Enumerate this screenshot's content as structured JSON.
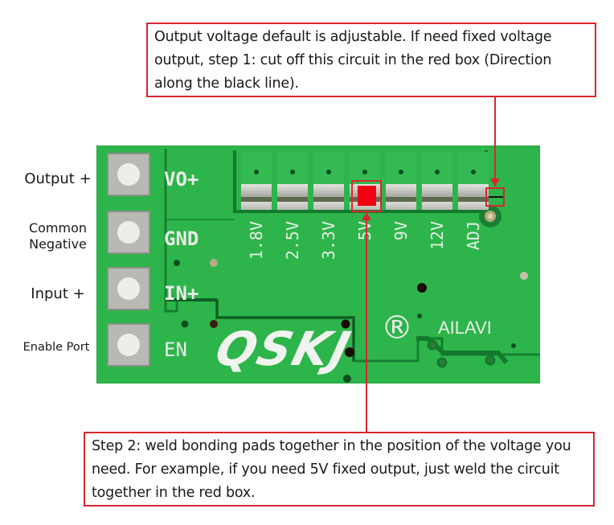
{
  "callouts": {
    "step1": "Output voltage default is adjustable. If need fixed voltage output, step 1: cut off this circuit in the red box (Direction along the black line).",
    "step2": "Step 2: weld bonding pads together in the position of the voltage you need. For example, if you need 5V fixed output, just weld the circuit together in the red box."
  },
  "pin_labels": {
    "output_plus": "Output +",
    "common_negative_line1": "Common",
    "common_negative_line2": "Negative",
    "input_plus": "Input +",
    "enable_port": "Enable Port"
  },
  "board": {
    "silkscreen_pins": [
      "VO+",
      "GND",
      "IN+",
      "EN"
    ],
    "voltage_pads": [
      "1.8V",
      "2.5V",
      "3.3V",
      "5V",
      "9V",
      "12V",
      "ADJ"
    ],
    "selected_pad": "5V",
    "logo": "QSKJ",
    "registered_mark": "®",
    "brand": "AILAVI"
  },
  "colors": {
    "accent_red": "#d8262e",
    "pcb_green": "#2db54b",
    "pad_silver": "#c9c9c4"
  }
}
